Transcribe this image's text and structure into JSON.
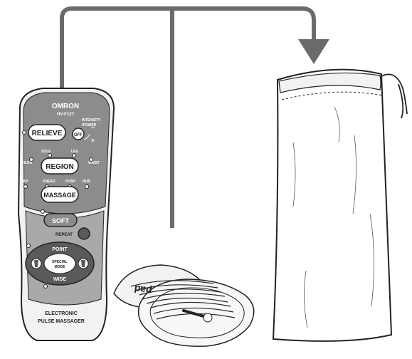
{
  "device": {
    "brand": "OMRON",
    "model": "HV-F127",
    "buttons": {
      "relieve": "RELIEVE",
      "region": "REGION",
      "massage": "MASSAGE",
      "soft": "SOFT",
      "repeat": "REPEAT",
      "point": "POINT",
      "wide": "WIDE",
      "special_mode_line1": "SPECIAL",
      "special_mode_line2": "MODE"
    },
    "intensity_label_line1": "INTENSITY",
    "intensity_label_line2": "/POWER",
    "off_label": "OFF",
    "minus_sign": "−",
    "plus_sign": "+",
    "region_labels": [
      "SHLDR",
      "SOLE",
      "LEG",
      "WAIST"
    ],
    "massage_labels": [
      "TAP",
      "KNEAD",
      "PUSH",
      "RUB"
    ],
    "footer_line1": "ELECTRONIC",
    "footer_line2": "PULSE MASSAGER"
  },
  "pad": {
    "label": "pad"
  },
  "colors": {
    "arrow": "#6b6b6b",
    "device_body": "#f2f2f2",
    "device_panel": "#8c8c8c",
    "device_panel_dark": "#5a5a5a",
    "button_fill": "#ffffff",
    "outline": "#222222"
  }
}
